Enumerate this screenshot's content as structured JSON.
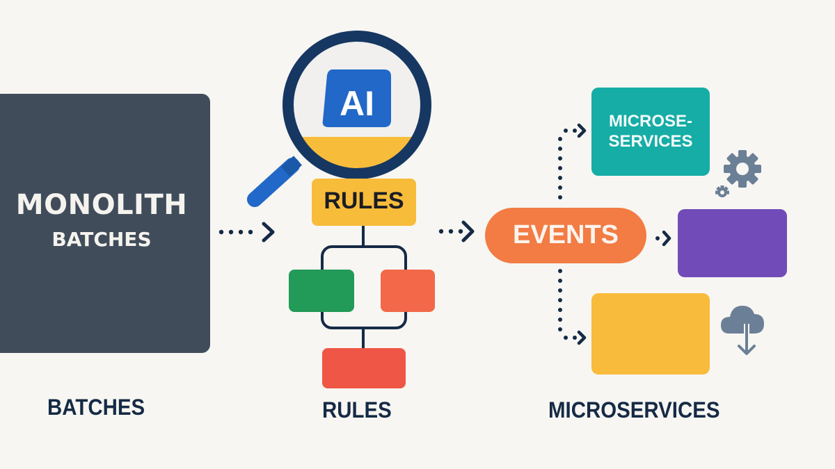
{
  "diagram": {
    "stages": [
      {
        "id": "batches",
        "caption": "BATCHES"
      },
      {
        "id": "rules",
        "caption": "RULES"
      },
      {
        "id": "microservices",
        "caption": "MICROSERVICES"
      }
    ],
    "monolith": {
      "title": "MONOLITH",
      "subtitle": "BATCHES"
    },
    "magnifier": {
      "badge": "AI"
    },
    "rules_box": {
      "label": "RULES"
    },
    "events": {
      "label": "EVENTS"
    },
    "microservice_box": {
      "label_line1": "MICROSE-",
      "label_line2": "SERVICES"
    },
    "icons": [
      "gear-icon",
      "small-gear-icon",
      "cloud-download-icon",
      "magnifier-icon"
    ],
    "colors": {
      "background": "#f7f6f2",
      "monolith": "#414c5b",
      "navy": "#152a45",
      "ai_blue": "#2168c8",
      "rules_yellow": "#f8bc3b",
      "green": "#229a58",
      "orange_red": "#f26848",
      "red": "#ef5645",
      "events_orange": "#f27c43",
      "teal": "#16ada6",
      "purple": "#714cb8",
      "yellow": "#f9bb3b",
      "icon_gray": "#6b7f96"
    }
  }
}
